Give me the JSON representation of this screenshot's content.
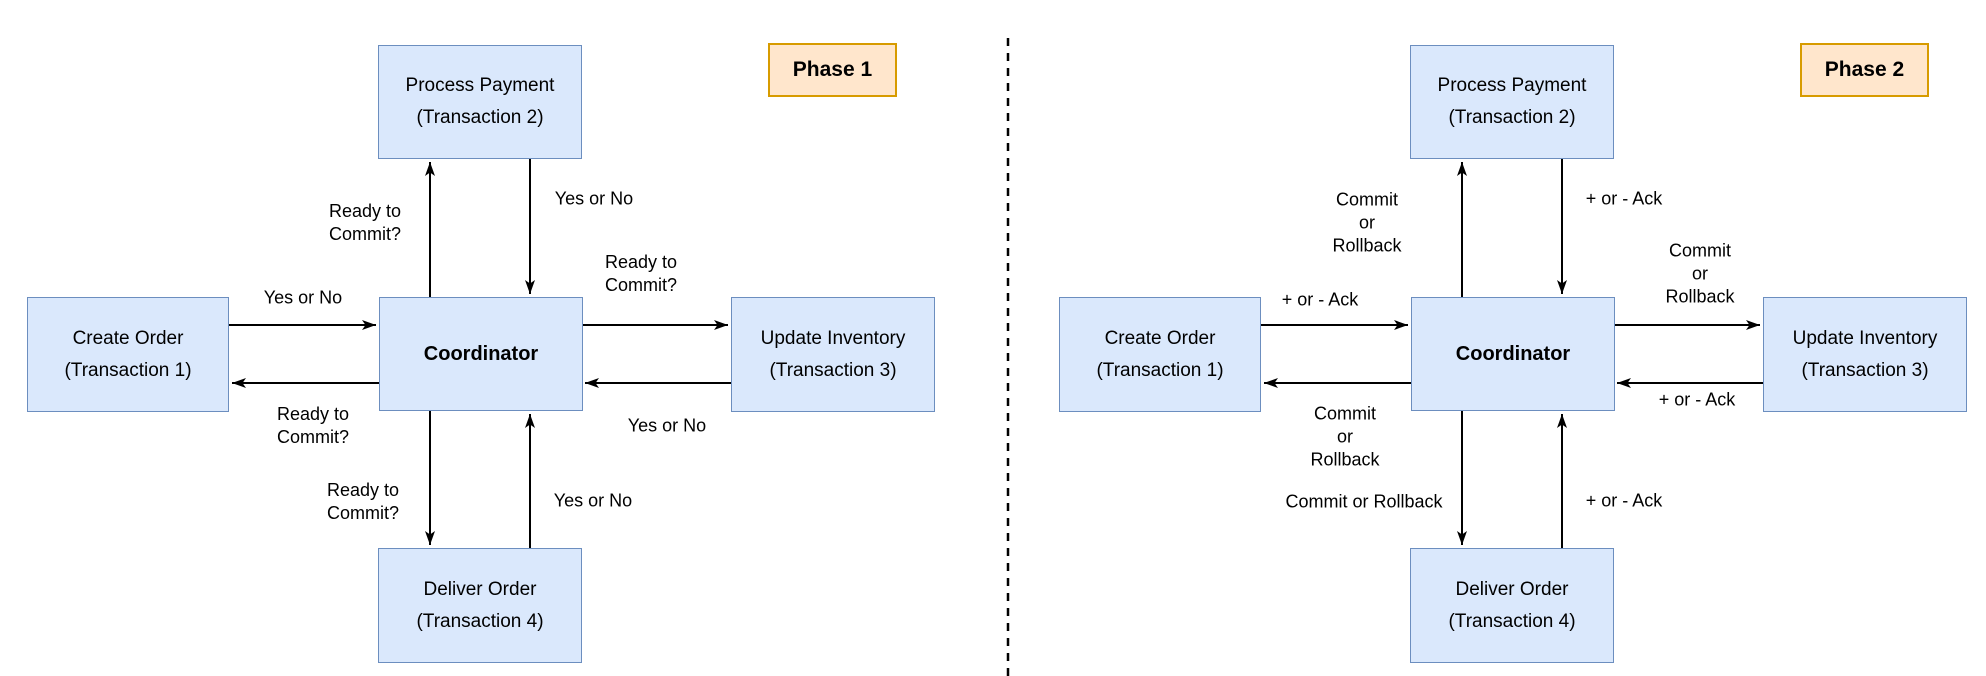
{
  "title": "Two-phase commit diagram",
  "colors": {
    "node_fill": "#dae8fc",
    "node_border": "#6c8ebf",
    "badge_fill": "#ffe6cc",
    "badge_border": "#d79b00",
    "arrow": "#000000",
    "background": "#ffffff"
  },
  "phase1": {
    "badge": "Phase 1",
    "nodes": {
      "top": {
        "title": "Process Payment",
        "subtitle": "(Transaction 2)"
      },
      "left": {
        "title": "Create Order",
        "subtitle": "(Transaction 1)"
      },
      "center": {
        "title": "Coordinator"
      },
      "right": {
        "title": "Update Inventory",
        "subtitle": "(Transaction 3)"
      },
      "bottom": {
        "title": "Deliver Order",
        "subtitle": "(Transaction 4)"
      }
    },
    "edge_labels": {
      "top_request": "Ready to\nCommit?",
      "top_reply": "Yes or No",
      "left_reply": "Yes or No",
      "left_request": "Ready to\nCommit?",
      "right_request": "Ready to\nCommit?",
      "right_reply": "Yes or No",
      "bottom_request": "Ready to\nCommit?",
      "bottom_reply": "Yes or No"
    }
  },
  "phase2": {
    "badge": "Phase 2",
    "nodes": {
      "top": {
        "title": "Process Payment",
        "subtitle": "(Transaction 2)"
      },
      "left": {
        "title": "Create Order",
        "subtitle": "(Transaction 1)"
      },
      "center": {
        "title": "Coordinator"
      },
      "right": {
        "title": "Update Inventory",
        "subtitle": "(Transaction 3)"
      },
      "bottom": {
        "title": "Deliver Order",
        "subtitle": "(Transaction 4)"
      }
    },
    "edge_labels": {
      "top_request": "Commit\nor\nRollback",
      "top_reply": "+ or - Ack",
      "left_reply": "+ or - Ack",
      "left_request": "Commit\nor\nRollback",
      "right_request": "Commit\nor\nRollback",
      "right_reply": "+ or - Ack",
      "bottom_request": "Commit or Rollback",
      "bottom_reply": "+ or - Ack"
    }
  }
}
